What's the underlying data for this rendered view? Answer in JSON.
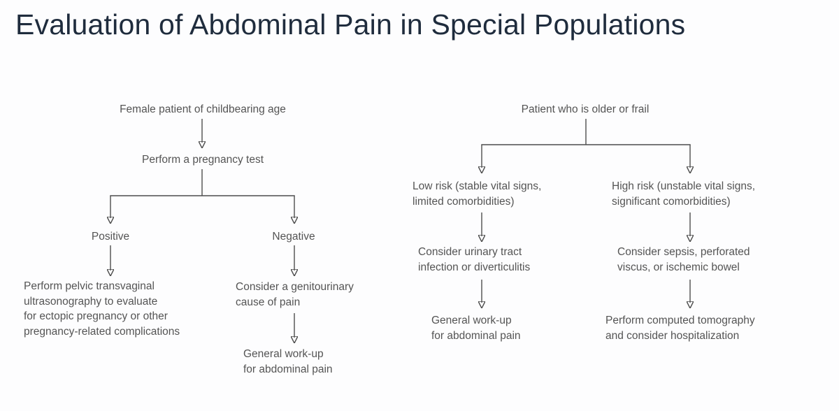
{
  "page": {
    "title": "Evaluation of Abdominal Pain in Special Populations"
  },
  "colors": {
    "background": "#fdfdfe",
    "title_text": "#1f2c3d",
    "body_text": "#545454",
    "connector_line": "#4d4d4d",
    "arrowhead": "#1e1e1e"
  },
  "left_chart": {
    "root": "Female patient of childbearing age",
    "step1": "Perform a pregnancy test",
    "branch_positive": {
      "label": "Positive",
      "outcome": "Perform pelvic transvaginal\nultrasonography to evaluate\nfor ectopic pregnancy or other\npregnancy-related complications"
    },
    "branch_negative": {
      "label": "Negative",
      "step": "Consider a genitourinary\ncause of pain",
      "outcome": "General work-up\nfor abdominal pain"
    }
  },
  "right_chart": {
    "root": "Patient who is older or frail",
    "branch_low": {
      "label": "Low risk (stable vital signs,\nlimited comorbidities)",
      "step": "Consider urinary tract\ninfection or diverticulitis",
      "outcome": "General work-up\nfor abdominal pain"
    },
    "branch_high": {
      "label": "High risk (unstable vital signs,\nsignificant comorbidities)",
      "step": "Consider sepsis, perforated\nviscus, or ischemic bowel",
      "outcome": "Perform computed tomography\nand consider hospitalization"
    }
  }
}
